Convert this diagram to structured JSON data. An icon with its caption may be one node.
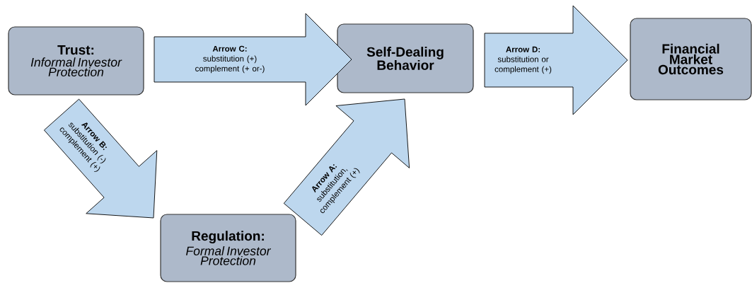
{
  "diagram": {
    "nodes": [
      {
        "text": [
          "Trust:",
          "Informal Investor Protection"
        ]
      },
      {
        "text": [
          "Self-Dealing Behavior"
        ]
      },
      {
        "text": [
          "Financial Market Outcomes"
        ]
      },
      {
        "text": [
          "Regulation:",
          "Formal Investor Protection"
        ]
      }
    ],
    "edges": [
      {
        "from": 0,
        "to": 1,
        "arrow": "to",
        "label": "**Arrow C:** substitution (+) complement (+ or-)"
      },
      {
        "from": 1,
        "to": 2,
        "arrow": "to",
        "label": "**Arrow D:** substitution or complement (+)"
      },
      {
        "from": 0,
        "to": 3,
        "arrow": "to",
        "label": "**Arrow B:** substitution (-) complement (+)"
      },
      {
        "from": 3,
        "to": 1,
        "arrow": "to",
        "label": "**Arrow A:** substitution, complement (+)"
      }
    ]
  }
}
